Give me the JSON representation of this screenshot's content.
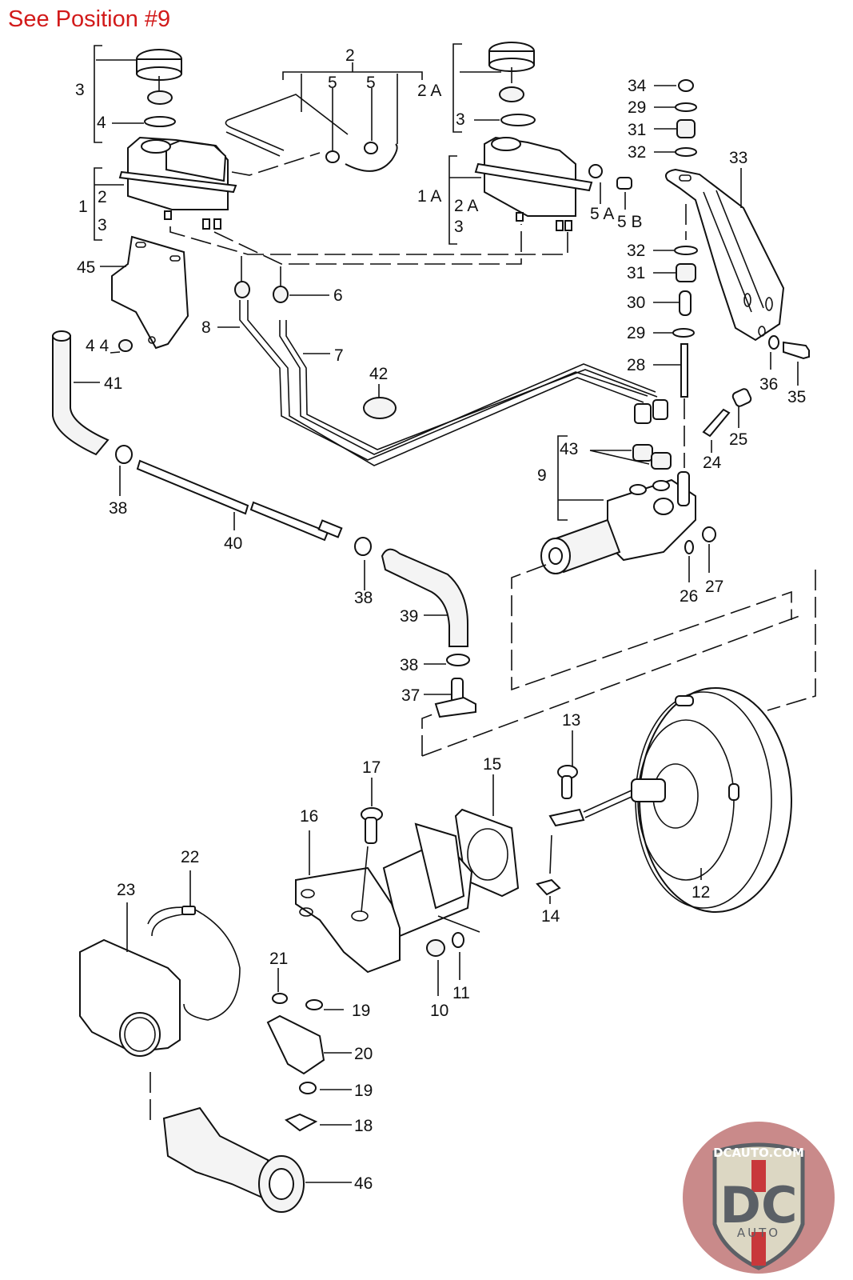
{
  "header": {
    "title": "See Position #9",
    "title_color": "#d21a1a"
  },
  "diagram": {
    "subject": "Brake master cylinder, reservoir, brake booster and pedal linkage exploded view",
    "callouts": [
      {
        "id": "c1",
        "label": "1"
      },
      {
        "id": "c1-2",
        "label": "2"
      },
      {
        "id": "c1-3",
        "label": "3"
      },
      {
        "id": "c2",
        "label": "2"
      },
      {
        "id": "c3",
        "label": "3"
      },
      {
        "id": "c4",
        "label": "4"
      },
      {
        "id": "c5a",
        "label": "5"
      },
      {
        "id": "c5b",
        "label": "5"
      },
      {
        "id": "c2A-top",
        "label": "2 A"
      },
      {
        "id": "c3-right",
        "label": "3"
      },
      {
        "id": "c1A",
        "label": "1 A"
      },
      {
        "id": "c1A-2A",
        "label": "2 A"
      },
      {
        "id": "c1A-3",
        "label": "3"
      },
      {
        "id": "c5A",
        "label": "5 A"
      },
      {
        "id": "c5B",
        "label": "5 B"
      },
      {
        "id": "c34",
        "label": "34"
      },
      {
        "id": "c29a",
        "label": "29"
      },
      {
        "id": "c31a",
        "label": "31"
      },
      {
        "id": "c32a",
        "label": "32"
      },
      {
        "id": "c33",
        "label": "33"
      },
      {
        "id": "c32b",
        "label": "32"
      },
      {
        "id": "c31b",
        "label": "31"
      },
      {
        "id": "c30",
        "label": "30"
      },
      {
        "id": "c29b",
        "label": "29"
      },
      {
        "id": "c28",
        "label": "28"
      },
      {
        "id": "c36",
        "label": "36"
      },
      {
        "id": "c35",
        "label": "35"
      },
      {
        "id": "c25",
        "label": "25"
      },
      {
        "id": "c24",
        "label": "24"
      },
      {
        "id": "c43",
        "label": "43"
      },
      {
        "id": "c9",
        "label": "9"
      },
      {
        "id": "c26",
        "label": "26"
      },
      {
        "id": "c27",
        "label": "27"
      },
      {
        "id": "c45",
        "label": "45"
      },
      {
        "id": "c44",
        "label": "4 4"
      },
      {
        "id": "c6",
        "label": "6"
      },
      {
        "id": "c8",
        "label": "8"
      },
      {
        "id": "c7",
        "label": "7"
      },
      {
        "id": "c42",
        "label": "42"
      },
      {
        "id": "c41",
        "label": "41"
      },
      {
        "id": "c38a",
        "label": "38"
      },
      {
        "id": "c40",
        "label": "40"
      },
      {
        "id": "c38b",
        "label": "38"
      },
      {
        "id": "c39",
        "label": "39"
      },
      {
        "id": "c38c",
        "label": "38"
      },
      {
        "id": "c37",
        "label": "37"
      },
      {
        "id": "c13",
        "label": "13"
      },
      {
        "id": "c12",
        "label": "12"
      },
      {
        "id": "c14",
        "label": "14"
      },
      {
        "id": "c15",
        "label": "15"
      },
      {
        "id": "c17",
        "label": "17"
      },
      {
        "id": "c16",
        "label": "16"
      },
      {
        "id": "c22",
        "label": "22"
      },
      {
        "id": "c23",
        "label": "23"
      },
      {
        "id": "c21",
        "label": "21"
      },
      {
        "id": "c19a",
        "label": "19"
      },
      {
        "id": "c10",
        "label": "10"
      },
      {
        "id": "c11",
        "label": "11"
      },
      {
        "id": "c20",
        "label": "20"
      },
      {
        "id": "c19b",
        "label": "19"
      },
      {
        "id": "c18",
        "label": "18"
      },
      {
        "id": "c46",
        "label": "46"
      }
    ]
  },
  "logo": {
    "top_text": "DCAUTO.COM",
    "big_text": "DC",
    "sub_text": "AUTO",
    "colors": {
      "badge_bg": "#c98a8a",
      "shield": "#dcd7c3",
      "letters": "#5b6066",
      "stripe": "#c8383b"
    }
  }
}
